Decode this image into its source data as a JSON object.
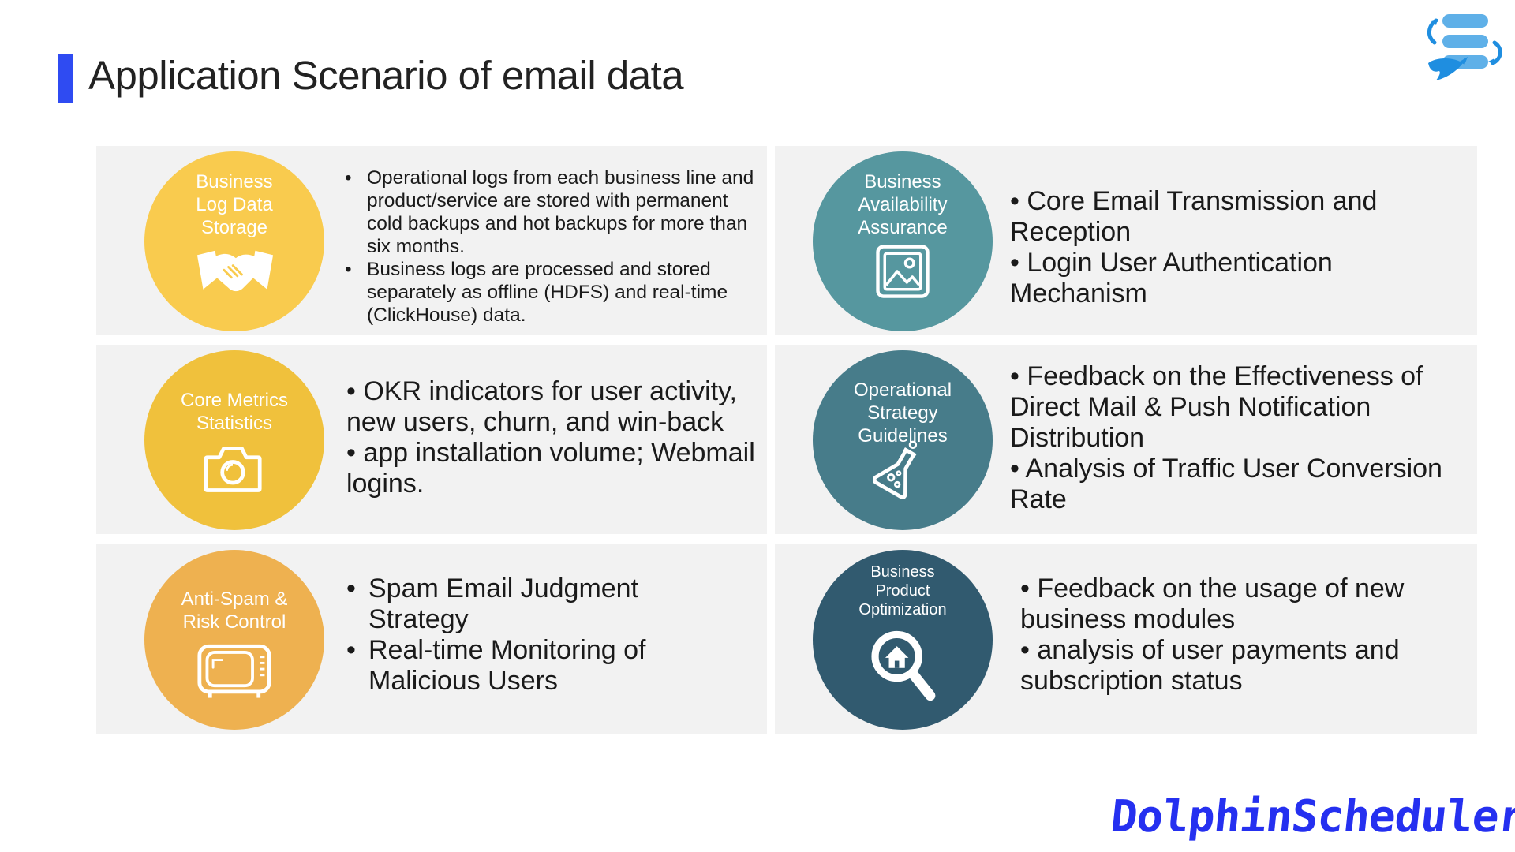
{
  "page_title": "Application Scenario of email data",
  "brand": "DolphinScheduler",
  "colors": {
    "accent_bar": "#2f4bf2",
    "brand": "#2530f0",
    "card_bg": "#f2f2f2",
    "circle_storage": "#f9cb4e",
    "circle_metrics": "#f0c13c",
    "circle_antispam": "#eeb150",
    "circle_availability": "#56979f",
    "circle_strategy": "#477c8a",
    "circle_optimization": "#315a6f"
  },
  "cards": [
    {
      "circle_label": "Business\nLog Data\nStorage",
      "icon": "handshake-icon",
      "bullets": [
        "Operational logs from each business line and product/service are stored with permanent cold backups and hot backups for more than six months.",
        "Business logs are processed and stored separately as offline (HDFS) and real-time (ClickHouse) data."
      ]
    },
    {
      "circle_label": "Business\nAvailability\nAssurance",
      "icon": "image-icon",
      "bullets": [
        "Core Email Transmission and Reception",
        "Login User Authentication Mechanism"
      ]
    },
    {
      "circle_label": "Core Metrics\nStatistics",
      "icon": "camera-icon",
      "bullets": [
        "OKR indicators for user activity, new users, churn, and win-back",
        "app installation volume; Webmail logins."
      ]
    },
    {
      "circle_label": "Operational\nStrategy\nGuidelines",
      "icon": "flask-icon",
      "bullets": [
        "Feedback on the Effectiveness of Direct Mail & Push Notification Distribution",
        "Analysis of Traffic User Conversion Rate"
      ]
    },
    {
      "circle_label": "Anti-Spam &\nRisk Control",
      "icon": "tv-icon",
      "bullets": [
        "Spam Email Judgment Strategy",
        "Real-time Monitoring of Malicious Users"
      ]
    },
    {
      "circle_label": "Business\nProduct\nOptimization",
      "icon": "search-home-icon",
      "bullets": [
        "Feedback on the usage of new business modules",
        "analysis of user payments and subscription status"
      ]
    }
  ]
}
